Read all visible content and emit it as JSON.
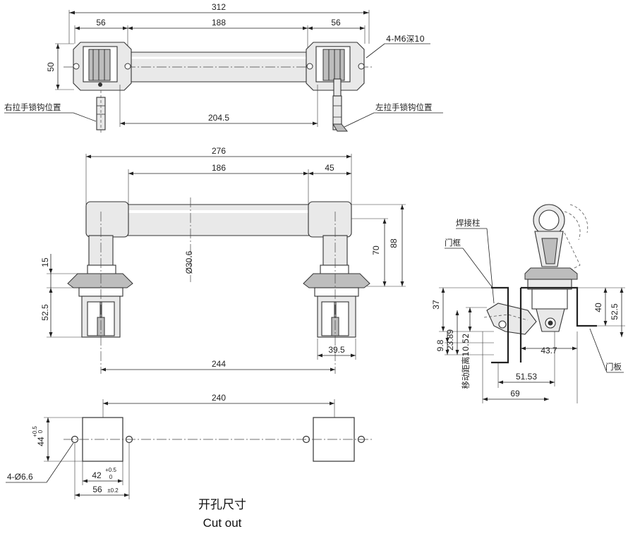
{
  "top_view": {
    "overall_width": "312",
    "end_width_left": "56",
    "middle_span": "188",
    "end_width_right": "56",
    "height": "50",
    "hook_span": "204.5",
    "thread_note": "4-M6深10",
    "right_hook_label": "右拉手锁钩位置",
    "left_hook_label": "左拉手锁钩位置"
  },
  "front_view": {
    "top_width": "276",
    "tube_length": "186",
    "end_cap": "45",
    "tube_diameter": "Ø30.6",
    "height_70": "70",
    "height_88": "88",
    "flange_15": "15",
    "lower_52_5": "52.5",
    "base_39_5": "39.5",
    "center_244": "244"
  },
  "side_view": {
    "weld_stud_label": "焊接柱",
    "door_frame_label": "门框",
    "door_panel_label": "门板",
    "dim_37": "37",
    "dim_9_8": "9.8",
    "dim_23_89": "23.89",
    "travel_label": "移动距离10.52",
    "dim_40": "40",
    "dim_52_5": "52.5",
    "dim_43_7": "43.7",
    "dim_51_53": "51.53",
    "dim_69": "69"
  },
  "cutout": {
    "center_240": "240",
    "height_44": "44",
    "tol_44_upper": "+0.5",
    "tol_44_lower": "0",
    "width_42": "42",
    "tol_42_upper": "+0.5",
    "tol_42_lower": "0",
    "width_56": "56",
    "tol_56": "±0.2",
    "hole_note": "4-Ø6.6",
    "caption_cn": "开孔尺寸",
    "caption_en": "Cut out"
  }
}
